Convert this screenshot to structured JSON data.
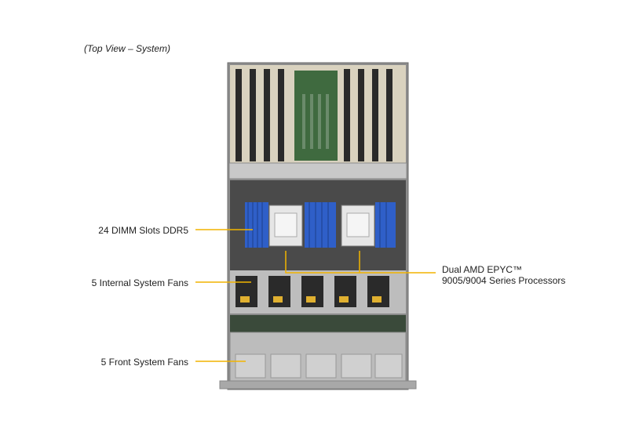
{
  "caption": "(Top View – System)",
  "callouts": {
    "dimm": "24 DIMM Slots DDR5",
    "internal_fans": "5 Internal System Fans",
    "front_fans": "5 Front System Fans",
    "cpu_line1": "Dual AMD EPYC™",
    "cpu_line2": "9005/9004 Series Processors"
  },
  "colors": {
    "leader": "#f2b400",
    "dimm": "#2f5fc8",
    "pcie_board": "#3f6a3f",
    "chassis": "#9a9a9a"
  }
}
